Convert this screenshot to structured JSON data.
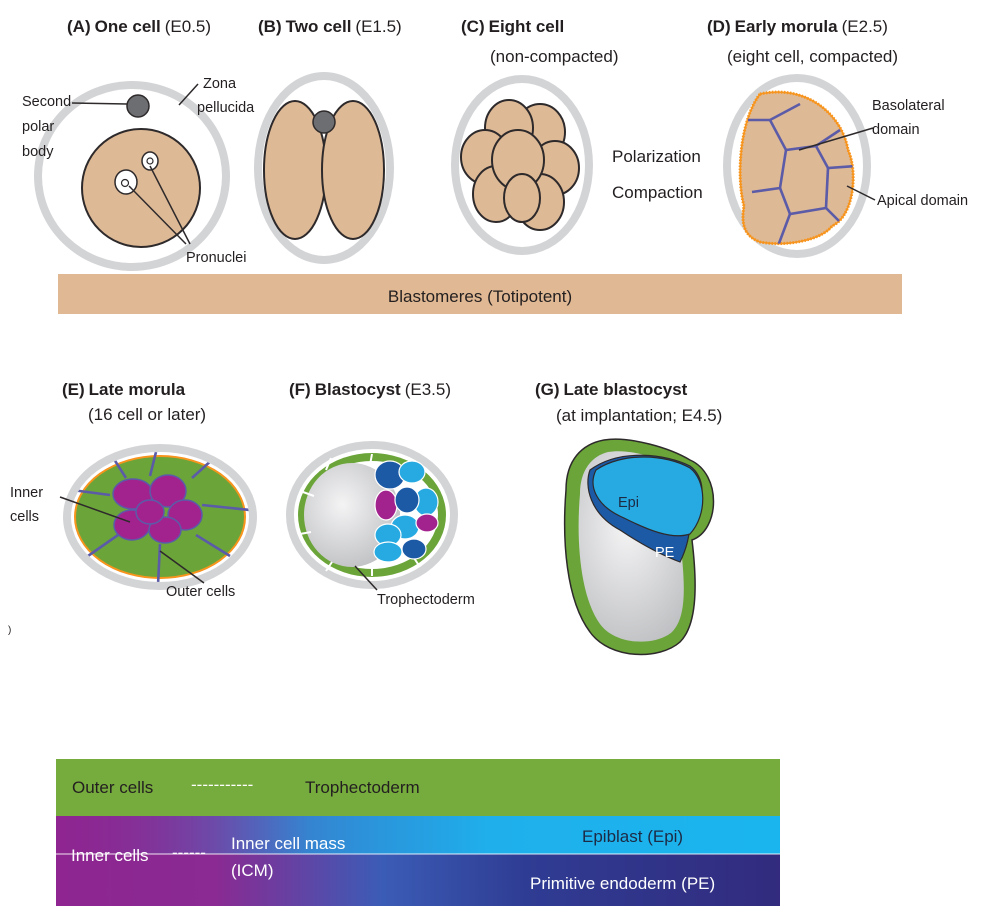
{
  "panels": {
    "a": {
      "letter": "(A)",
      "name": "One cell",
      "stage": "(E0.5)"
    },
    "b": {
      "letter": "(B)",
      "name": "Two cell",
      "stage": "(E1.5)"
    },
    "c": {
      "letter": "(C)",
      "name": "Eight cell",
      "note": "(non-compacted)"
    },
    "d": {
      "letter": "(D)",
      "name": "Early morula",
      "stage": "(E2.5)",
      "note": "(eight cell, compacted)"
    },
    "e": {
      "letter": "(E)",
      "name": "Late morula",
      "note": "(16 cell or later)"
    },
    "f": {
      "letter": "(F)",
      "name": "Blastocyst",
      "stage": "(E3.5)"
    },
    "g": {
      "letter": "(G)",
      "name": "Late blastocyst",
      "note": "(at implantation; E4.5)"
    }
  },
  "labels": {
    "second_polar_body": [
      "Second",
      "polar",
      "body"
    ],
    "zona_pellucida": [
      "Zona",
      "pellucida"
    ],
    "pronuclei": "Pronuclei",
    "polarization": "Polarization",
    "compaction": "Compaction",
    "basolateral_domain": [
      "Basolateral",
      "domain"
    ],
    "apical_domain": "Apical domain",
    "inner_cells": [
      "Inner",
      "cells"
    ],
    "outer_cells": "Outer cells",
    "trophectoderm": "Trophectoderm",
    "epi": "Epi",
    "pe": "PE",
    "stray_mark": ")"
  },
  "blastomere_bar": {
    "text": "Blastomeres (Totipotent)"
  },
  "lineage_bars": {
    "outer_cells": "Outer cells",
    "dashes_top": "-----------",
    "trophectoderm": "Trophectoderm",
    "inner_cells": "Inner cells",
    "dashes_bottom": "------",
    "inner_cell_mass": "Inner cell mass",
    "icm": "(ICM)",
    "epiblast": "Epiblast (Epi)",
    "primitive_endoderm": "Primitive endoderm (PE)"
  },
  "colors": {
    "zona": "#d3d4d6",
    "blastomere": "#ddb996",
    "outline": "#2e2a2b",
    "polar_body": "#6d6e71",
    "apical": "#f7941d",
    "junction": "#5b5ba8",
    "trophectoderm": "#6ba539",
    "inner_magenta": "#a3238e",
    "epiblast": "#27aae1",
    "primitive_endoderm": "#1c5aa6",
    "blastocoel": "#c9cacc",
    "bar_top": "#76ab3d",
    "bar_inner_start": "#8e2591",
    "bar_inner_end": "#312d7d"
  }
}
